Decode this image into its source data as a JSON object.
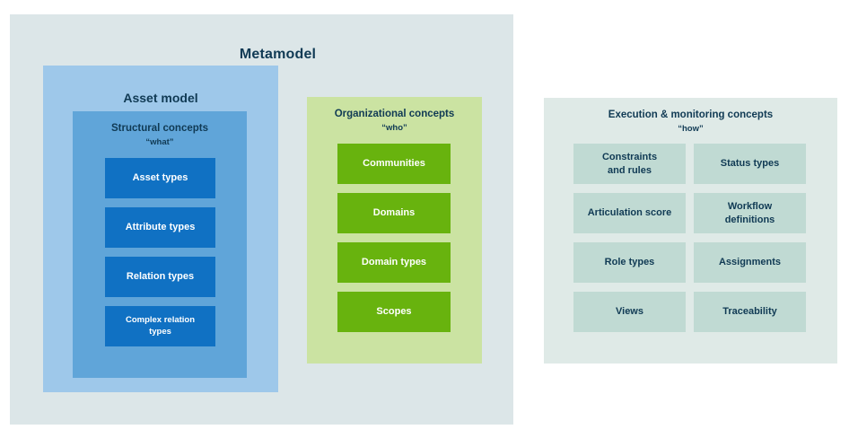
{
  "metamodel": {
    "title": "Metamodel",
    "asset_model": {
      "title": "Asset model",
      "structural": {
        "title": "Structural concepts",
        "subtitle": "“what”",
        "items": [
          "Asset types",
          "Attribute types",
          "Relation types",
          "Complex relation\ntypes"
        ]
      }
    },
    "organizational": {
      "title": "Organizational concepts",
      "subtitle": "“who”",
      "items": [
        "Communities",
        "Domains",
        "Domain types",
        "Scopes"
      ]
    }
  },
  "execution": {
    "title": "Execution & monitoring concepts",
    "subtitle": "“how”",
    "items": [
      "Constraints\nand rules",
      "Status types",
      "Articulation score",
      "Workflow\ndefinitions",
      "Role types",
      "Assignments",
      "Views",
      "Traceability"
    ]
  },
  "colors": {
    "page_bg": "#ffffff",
    "metamodel_bg": "#dce6e8",
    "asset_model_bg": "#9ec8ea",
    "structural_bg": "#60a5d9",
    "blue_item": "#1071c3",
    "org_bg": "#cbe3a2",
    "green_item": "#68b30e",
    "exec_bg": "#dfeae7",
    "teal_item": "#c0dad3",
    "text_dark": "#103a54",
    "text_light": "#ffffff"
  }
}
